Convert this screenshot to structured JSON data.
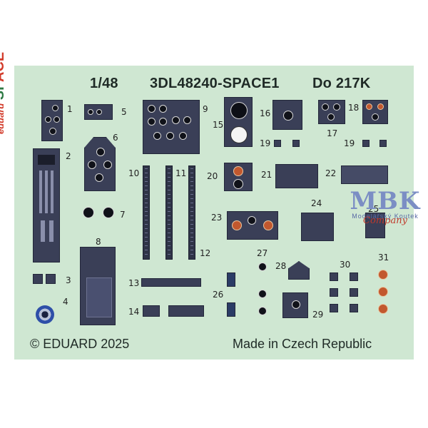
{
  "header": {
    "scale": "1/48",
    "code": "3DL48240-SPACE1",
    "model": "Do 217K"
  },
  "footer": {
    "copyright": "© EDUARD 2025",
    "origin": "Made in Czech Republic"
  },
  "brand": {
    "small": "eduard",
    "sp": "SP",
    "ace": "ACE"
  },
  "watermark": {
    "big": "MBK",
    "line": "Modelářský Koutek",
    "cursive": "Company"
  },
  "part_numbers": [
    "1",
    "2",
    "3",
    "4",
    "5",
    "6",
    "7",
    "8",
    "9",
    "10",
    "11",
    "12",
    "13",
    "14",
    "15",
    "16",
    "17",
    "18",
    "19",
    "19",
    "20",
    "21",
    "22",
    "23",
    "24",
    "25",
    "26",
    "27",
    "28",
    "29",
    "30",
    "31"
  ],
  "colors": {
    "sheet": "#cfe7d2",
    "panel": "#3a3f57",
    "accent_red": "#c2582e"
  }
}
